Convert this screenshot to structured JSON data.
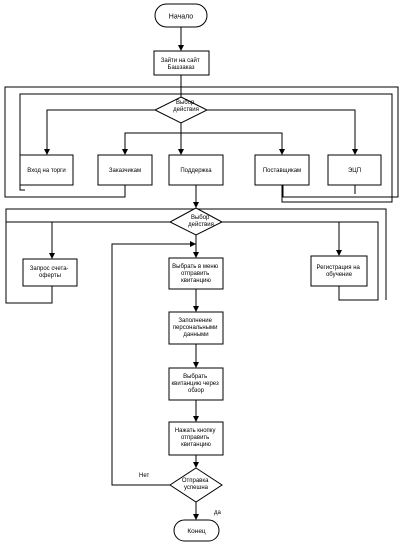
{
  "diagram": {
    "nodes": {
      "start": "Начало",
      "visit_site": [
        "Зайти на сайт",
        "Башзаказ"
      ],
      "choose_action_1": [
        "Выбор",
        "действия"
      ],
      "trade_login": "Вход на торги",
      "customers": "Заказчикам",
      "support": "Поддержка",
      "suppliers": "Поставщикам",
      "eds": "ЭЦП",
      "choose_action_2": [
        "Выбор",
        "действия"
      ],
      "invoice_request": [
        "Запрос счета-",
        "оферты"
      ],
      "training_registration": [
        "Регистрация на",
        "обучение"
      ],
      "select_send_receipt": [
        "Выбрать в меню",
        "отправить",
        "квитанцию"
      ],
      "fill_personal_data": [
        "Заполнение",
        "персональными",
        "данными"
      ],
      "browse_receipt": [
        "Выбрать",
        "квитанцию через",
        "обзор"
      ],
      "press_send_button": [
        "Нажать кнопку",
        "отправить",
        "квитанцию"
      ],
      "sent_successfully": [
        "Отправка",
        "успешна"
      ],
      "end": "Конец"
    },
    "edge_labels": {
      "no": "Нет",
      "yes": "да"
    }
  }
}
